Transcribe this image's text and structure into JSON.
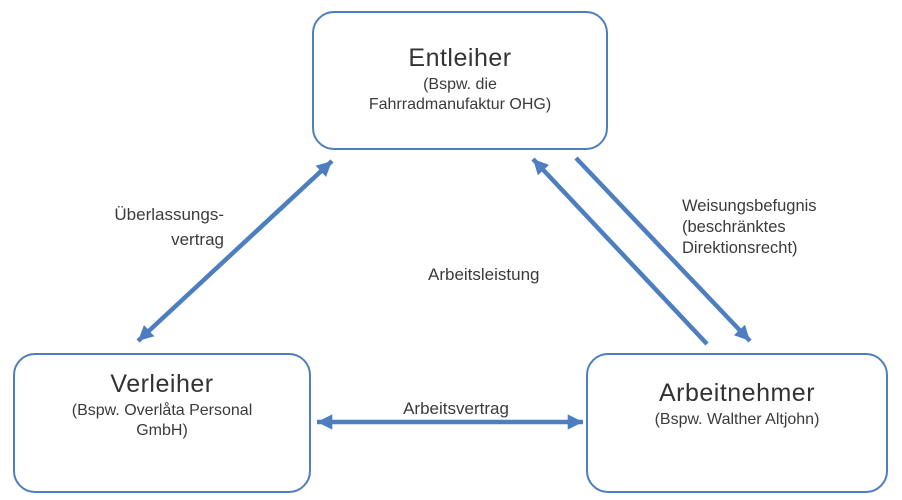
{
  "diagram": {
    "colors": {
      "accent": "#4d7ebf",
      "text": "#3b3b3b",
      "background": "#ffffff"
    },
    "nodes": [
      {
        "id": "entleiher",
        "title": "Entleiher",
        "subtitle": "(Bspw. die\nFahrradmanufaktur OHG)"
      },
      {
        "id": "verleiher",
        "title": "Verleiher",
        "subtitle": "(Bspw. Overlåta Personal\nGmbH)"
      },
      {
        "id": "arbeitnehmer",
        "title": "Arbeitnehmer",
        "subtitle": "(Bspw. Walther Altjohn)"
      }
    ],
    "edges": [
      {
        "id": "ueberlassungsvertrag",
        "label": "Überlassungs-\nvertrag",
        "from": "verleiher",
        "to": "entleiher",
        "direction": "both"
      },
      {
        "id": "arbeitsvertrag",
        "label": "Arbeitsvertrag",
        "from": "verleiher",
        "to": "arbeitnehmer",
        "direction": "both"
      },
      {
        "id": "arbeitsleistung",
        "label": "Arbeitsleistung",
        "from": "arbeitnehmer",
        "to": "entleiher",
        "direction": "one-way"
      },
      {
        "id": "weisungsbefugnis",
        "label": "Weisungsbefugnis\n(beschränktes\nDirektionsrecht)",
        "from": "entleiher",
        "to": "arbeitnehmer",
        "direction": "one-way"
      }
    ]
  }
}
